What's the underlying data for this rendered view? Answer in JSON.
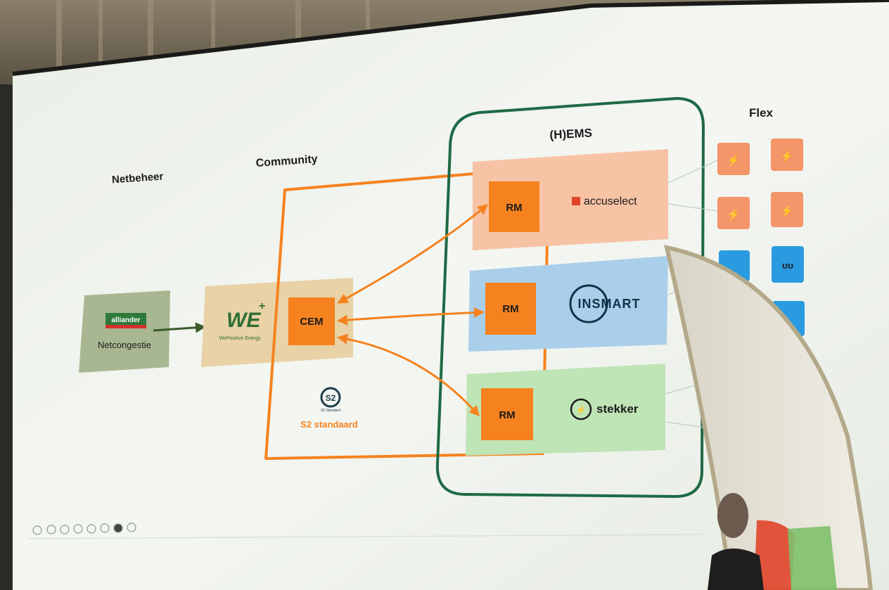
{
  "columns": {
    "netbeheer": "Netbeheer",
    "community": "Community",
    "hems": "(H)EMS",
    "flex": "Flex"
  },
  "netbeheer_card": {
    "logo_text": "alliander",
    "caption": "Netcongestie"
  },
  "community_card": {
    "logo_text": "WE",
    "logo_plus": "+",
    "logo_subtext": "WePositive Energy",
    "cem_label": "CEM"
  },
  "s2": {
    "logo_text": "S2",
    "logo_small": "S2 Standard",
    "caption": "S2 standaard"
  },
  "hems_rows": [
    {
      "rm_label": "RM",
      "brand": "accuselect"
    },
    {
      "rm_label": "RM",
      "brand": "INSMART"
    },
    {
      "rm_label": "RM",
      "brand": "stekker"
    }
  ],
  "flex_icons": [
    "⚡",
    "⚡",
    "⚡",
    "⚡",
    "ʊʊ"
  ],
  "colors": {
    "orange": "#f5821f",
    "hems_green": "#1e6a45",
    "accuselect_bg": "#f7c3a5",
    "insmart_bg": "#a9cfea",
    "stekker_bg": "#bfe4b6",
    "netbeheer_bg": "#a8b791",
    "community_bg": "#e8d2a6"
  }
}
